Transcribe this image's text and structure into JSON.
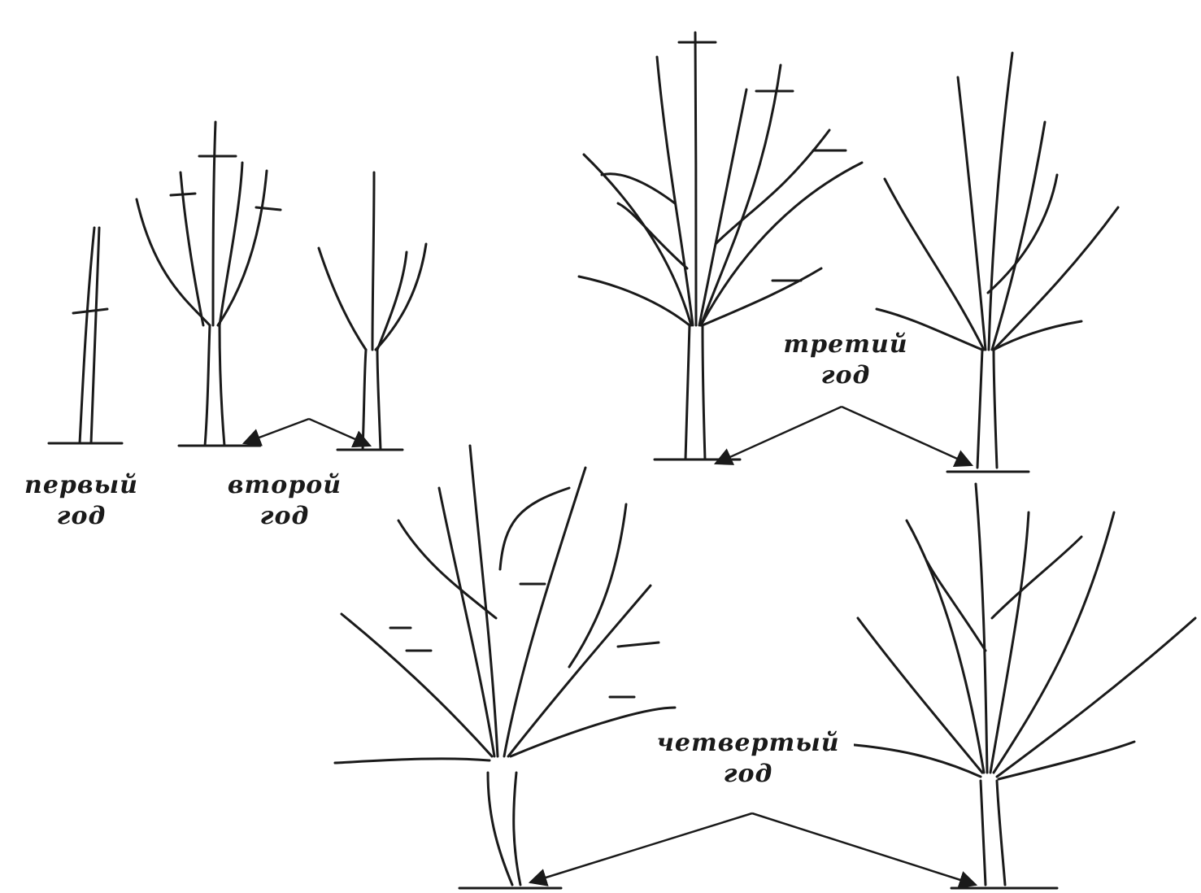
{
  "labels": {
    "first_year": {
      "line1": "первый",
      "line2": "год"
    },
    "second_year": {
      "line1": "второй",
      "line2": "год"
    },
    "third_year": {
      "line1": "третий",
      "line2": "год"
    },
    "fourth_year": {
      "line1": "четвертый",
      "line2": "год"
    }
  },
  "colors": {
    "ink": "#1a1a1a",
    "background": "#ffffff"
  },
  "stages": [
    {
      "id": "first_year",
      "trees": 1
    },
    {
      "id": "second_year",
      "trees": 2
    },
    {
      "id": "third_year",
      "trees": 2
    },
    {
      "id": "fourth_year",
      "trees": 2
    }
  ]
}
